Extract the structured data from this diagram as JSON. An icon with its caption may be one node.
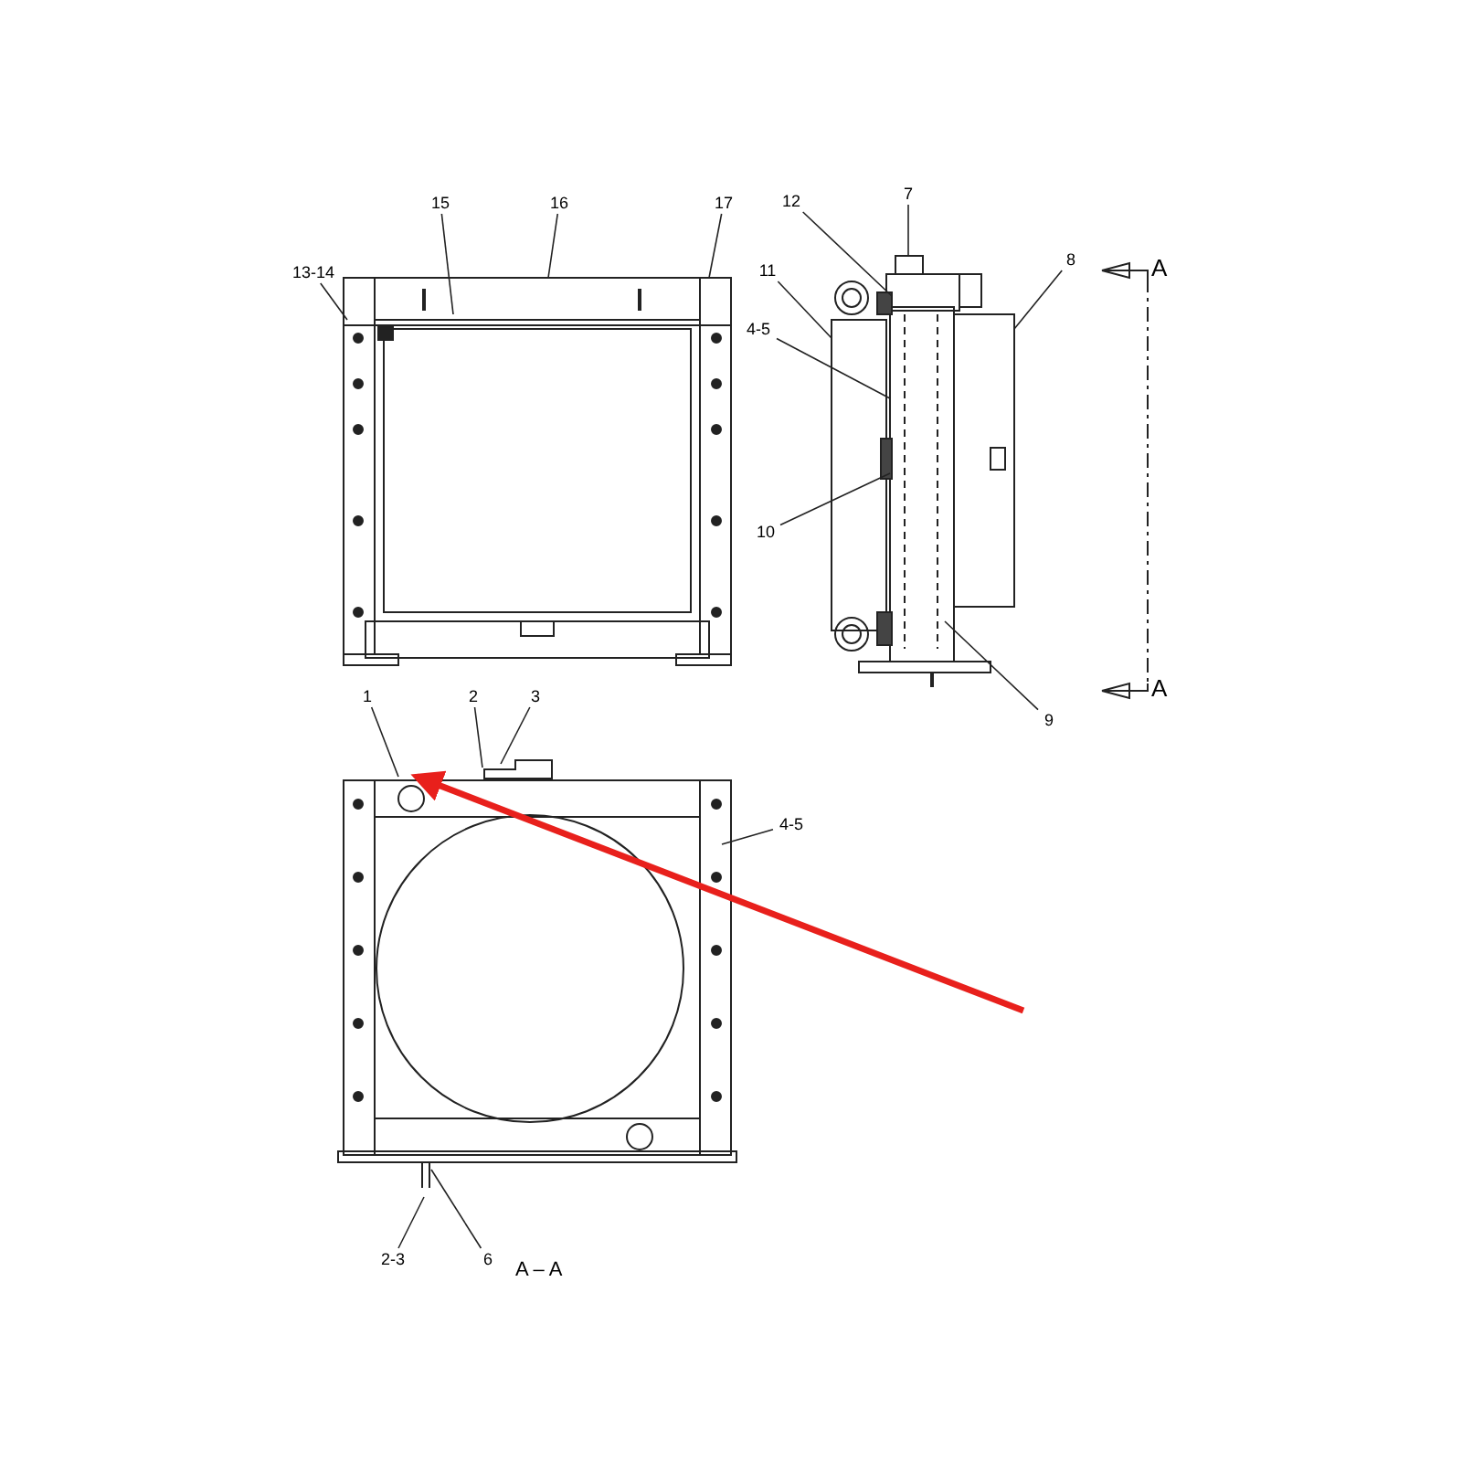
{
  "diagram": {
    "nodes": [
      {
        "text": [],
        "shape": "picture"
      },
      {
        "text": [],
        "shape": "picture"
      },
      {
        "text": [],
        "shape": "picture"
      },
      {
        "text": [
          "13-14"
        ]
      },
      {
        "text": [
          "15"
        ]
      },
      {
        "text": [
          "16"
        ]
      },
      {
        "text": [
          "17"
        ]
      },
      {
        "text": [
          "12"
        ]
      },
      {
        "text": [
          "7"
        ]
      },
      {
        "text": [
          "8"
        ]
      },
      {
        "text": [
          "11"
        ]
      },
      {
        "text": [
          "4-5"
        ]
      },
      {
        "text": [
          "10"
        ]
      },
      {
        "text": [
          "9"
        ]
      },
      {
        "text": [
          "1"
        ]
      },
      {
        "text": [
          "2"
        ]
      },
      {
        "text": [
          "3"
        ]
      },
      {
        "text": [
          "4-5"
        ]
      },
      {
        "text": [
          "2-3"
        ]
      },
      {
        "text": [
          "6"
        ]
      }
    ],
    "edges": [
      {
        "from": 3,
        "to": 0,
        "arrow": "none"
      },
      {
        "from": 4,
        "to": 0,
        "arrow": "none"
      },
      {
        "from": 5,
        "to": 0,
        "arrow": "none"
      },
      {
        "from": 6,
        "to": 0,
        "arrow": "none"
      },
      {
        "from": 7,
        "to": 1,
        "arrow": "none"
      },
      {
        "from": 8,
        "to": 1,
        "arrow": "none"
      },
      {
        "from": 9,
        "to": 1,
        "arrow": "none"
      },
      {
        "from": 10,
        "to": 1,
        "arrow": "none"
      },
      {
        "from": 11,
        "to": 1,
        "arrow": "none"
      },
      {
        "from": 12,
        "to": 1,
        "arrow": "none"
      },
      {
        "from": 13,
        "to": 1,
        "arrow": "none"
      },
      {
        "from": 14,
        "to": 2,
        "arrow": "none"
      },
      {
        "from": 15,
        "to": 2,
        "arrow": "none"
      },
      {
        "from": 16,
        "to": 2,
        "arrow": "none"
      },
      {
        "from": 17,
        "to": 2,
        "arrow": "none"
      },
      {
        "from": 18,
        "to": 2,
        "arrow": "none"
      },
      {
        "from": 19,
        "to": 2,
        "arrow": "none"
      },
      {
        "from": null,
        "to": 2,
        "arrow": "to",
        "style": "thick",
        "color": "#e8201c"
      }
    ],
    "labels": [
      "A",
      "A",
      "A – A"
    ]
  }
}
